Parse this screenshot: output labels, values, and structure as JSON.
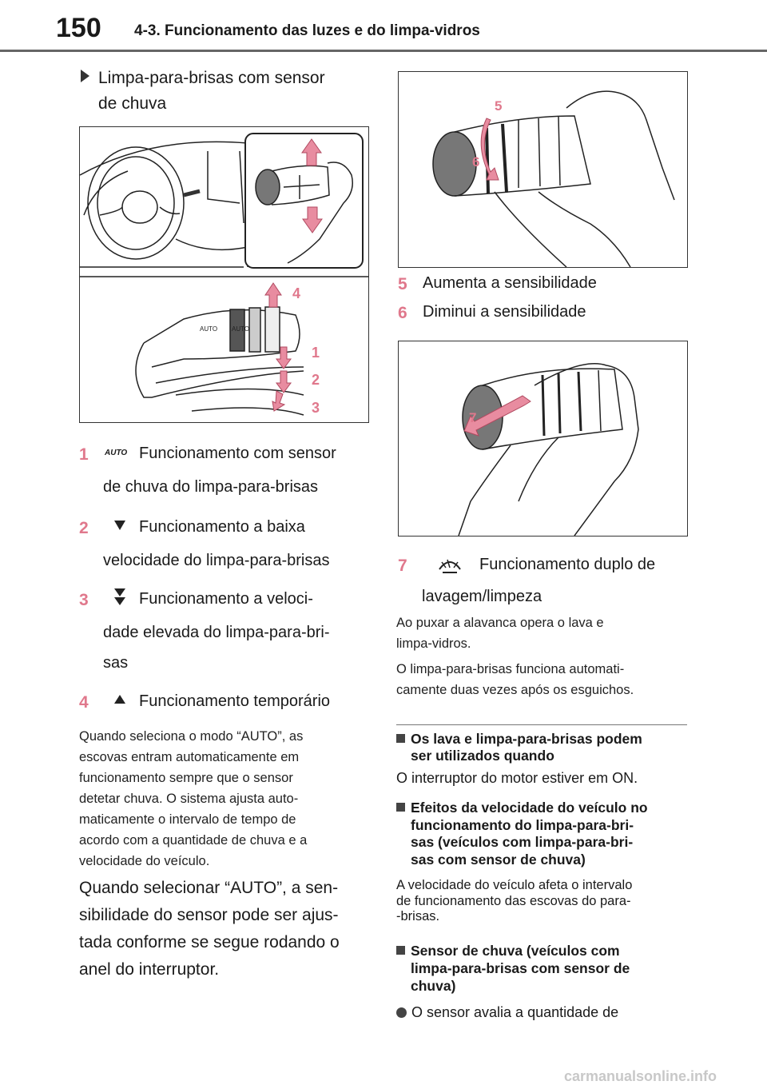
{
  "header": {
    "page_number": "150",
    "section_title": "4-3. Funcionamento das luzes e do limpa-vidros"
  },
  "left": {
    "heading_line1": "Limpa-para-brisas com sensor",
    "heading_line2": "de chuva",
    "fig1_labels": [
      "4",
      "1",
      "2",
      "3"
    ],
    "fig1_auto": "AUTO",
    "items": [
      {
        "num": "1",
        "icon": "AUTO",
        "lines": [
          "Funcionamento com sensor",
          "de chuva do limpa-para-brisas"
        ]
      },
      {
        "num": "2",
        "lines": [
          "Funcionamento a baixa",
          "velocidade do limpa-para-brisas"
        ]
      },
      {
        "num": "3",
        "lines": [
          "Funcionamento a veloci-",
          "dade elevada do limpa-para-bri-",
          "sas"
        ]
      },
      {
        "num": "4",
        "lines": [
          "Funcionamento temporário"
        ]
      }
    ],
    "para1": [
      "Quando seleciona o modo “AUTO”, as",
      "escovas entram automaticamente em",
      "funcionamento sempre que o sensor",
      "detetar chuva. O sistema ajusta auto-",
      "maticamente o intervalo de tempo de",
      "acordo com a quantidade de chuva e a",
      "velocidade do veículo."
    ],
    "para2": [
      "Quando selecionar “AUTO”, a sen-",
      "sibilidade do sensor pode ser ajus-",
      "tada conforme se segue rodando o",
      "anel do interruptor."
    ]
  },
  "right": {
    "fig2_labels": [
      "5",
      "6"
    ],
    "item5": {
      "num": "5",
      "text": "Aumenta a sensibilidade"
    },
    "item6": {
      "num": "6",
      "text": "Diminui a sensibilidade"
    },
    "fig3_label": "7",
    "item7": {
      "num": "7",
      "lines": [
        "Funcionamento duplo de",
        "lavagem/limpeza"
      ]
    },
    "para3": [
      "Ao puxar a alavanca opera o lava e",
      "limpa-vidros."
    ],
    "para4": [
      "O limpa-para-brisas funciona automati-",
      "camente duas vezes após os esguichos."
    ],
    "sec1_title": [
      "Os lava e limpa-para-brisas podem",
      "ser utilizados quando"
    ],
    "sec1_body": "O interruptor do motor estiver em ON.",
    "sec2_title": [
      "Efeitos da velocidade do veículo no",
      "funcionamento do limpa-para-bri-",
      "sas (veículos com limpa-para-bri-",
      "sas com sensor de chuva)"
    ],
    "sec2_body": [
      "A velocidade do veículo afeta o intervalo",
      "de funcionamento das escovas do para-",
      "-brisas."
    ],
    "sec3_title": [
      "Sensor de chuva (veículos com",
      "limpa-para-brisas com sensor de",
      "chuva)"
    ],
    "bullet1": "O sensor avalia a quantidade de"
  },
  "footer": {
    "watermark": "carmanualsonline.info"
  },
  "colors": {
    "accent": "#e0788c",
    "rule": "#555555"
  }
}
